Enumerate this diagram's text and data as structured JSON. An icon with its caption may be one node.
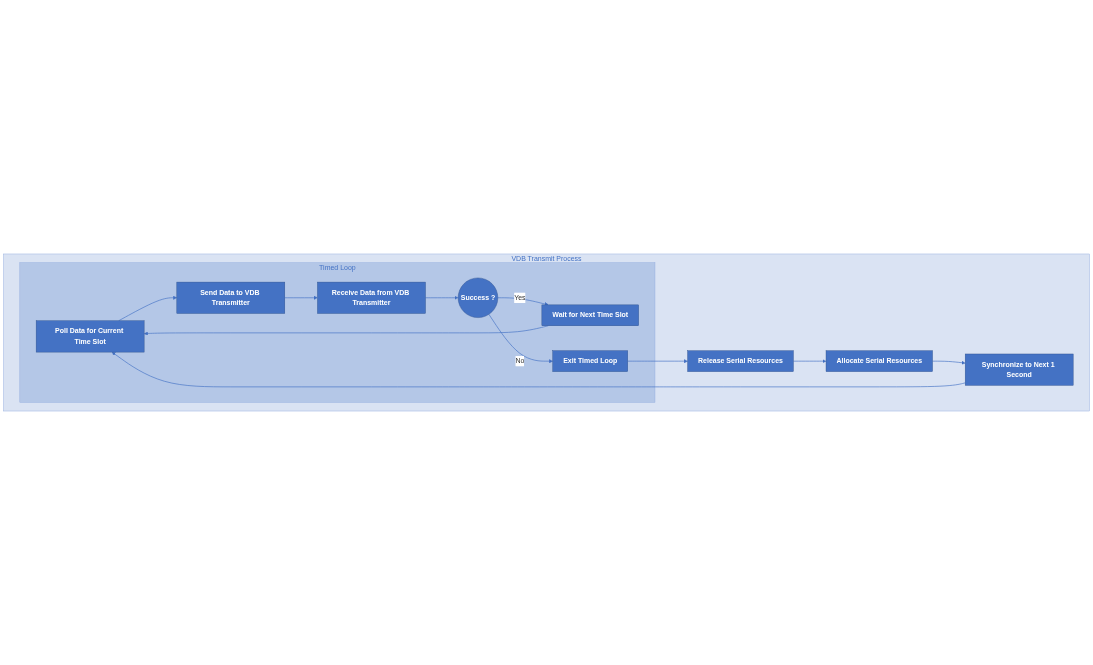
{
  "diagram": {
    "nodes": [
      {
        "text": [
          "VDB Transmit Process"
        ]
      },
      {
        "text": [
          "Timed Loop"
        ],
        "in": 0
      },
      {
        "text": [
          "Allocate Serial Resources"
        ],
        "in": 0
      },
      {
        "text": [
          "Synchronize to Next 1 Second"
        ],
        "in": 0
      },
      {
        "text": [
          "Poll Data for Current Time Slot"
        ],
        "in": 1
      },
      {
        "text": [
          "Send Data to VDB Transmitter"
        ],
        "in": 1
      },
      {
        "text": [
          "Receive Data from VDB Transmitter"
        ],
        "in": 1
      },
      {
        "text": [
          "Success ?"
        ],
        "in": 1
      },
      {
        "text": [
          "Wait for Next Time Slot"
        ],
        "in": 1
      },
      {
        "text": [
          "Exit Timed Loop"
        ],
        "in": 1
      },
      {
        "text": [
          "Release Serial Resources"
        ],
        "in": 0
      }
    ],
    "edges": [
      {
        "from": 2,
        "to": 3,
        "arrow": "to"
      },
      {
        "from": 3,
        "to": 4,
        "arrow": "to"
      },
      {
        "from": 4,
        "to": 5,
        "arrow": "to"
      },
      {
        "from": 5,
        "to": 6,
        "arrow": "to"
      },
      {
        "from": 6,
        "to": 7,
        "arrow": "to"
      },
      {
        "from": 7,
        "to": 8,
        "label": "Yes",
        "arrow": "to"
      },
      {
        "from": 8,
        "to": 4,
        "arrow": "to"
      },
      {
        "from": 7,
        "to": 9,
        "label": "No",
        "arrow": "to"
      },
      {
        "from": 9,
        "to": 10,
        "arrow": "to"
      },
      {
        "from": 10,
        "to": 2,
        "arrow": "to"
      }
    ]
  }
}
